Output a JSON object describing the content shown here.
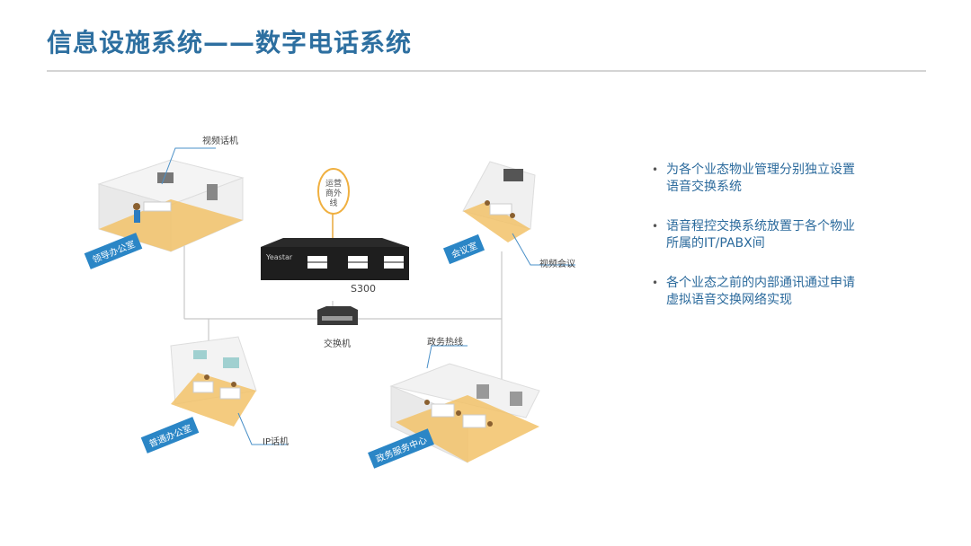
{
  "title": "信息设施系统——数字电话系统",
  "diagram": {
    "labels": {
      "video_phone": "视频话机",
      "operator_line": "运营商外线",
      "device_model": "S300",
      "switch": "交换机",
      "video_conference": "视频会议",
      "gov_hotline": "政务热线",
      "ip_phone": "IP话机",
      "device_brand": "Yeastar"
    },
    "rooms": {
      "leader_office": "领导办公室",
      "meeting_room": "会议室",
      "general_office": "普通办公室",
      "gov_service_center": "政务服务中心"
    }
  },
  "bullets": [
    "为各个业态物业管理分别独立设置语音交换系统",
    "语音程控交换系统放置于各个物业所属的IT/PABX间",
    "各个业态之前的内部通讯通过申请虚拟语音交换网络实现"
  ],
  "colors": {
    "title": "#2d6fa0",
    "accent": "#2b86c6",
    "floor": "#f2c268"
  }
}
